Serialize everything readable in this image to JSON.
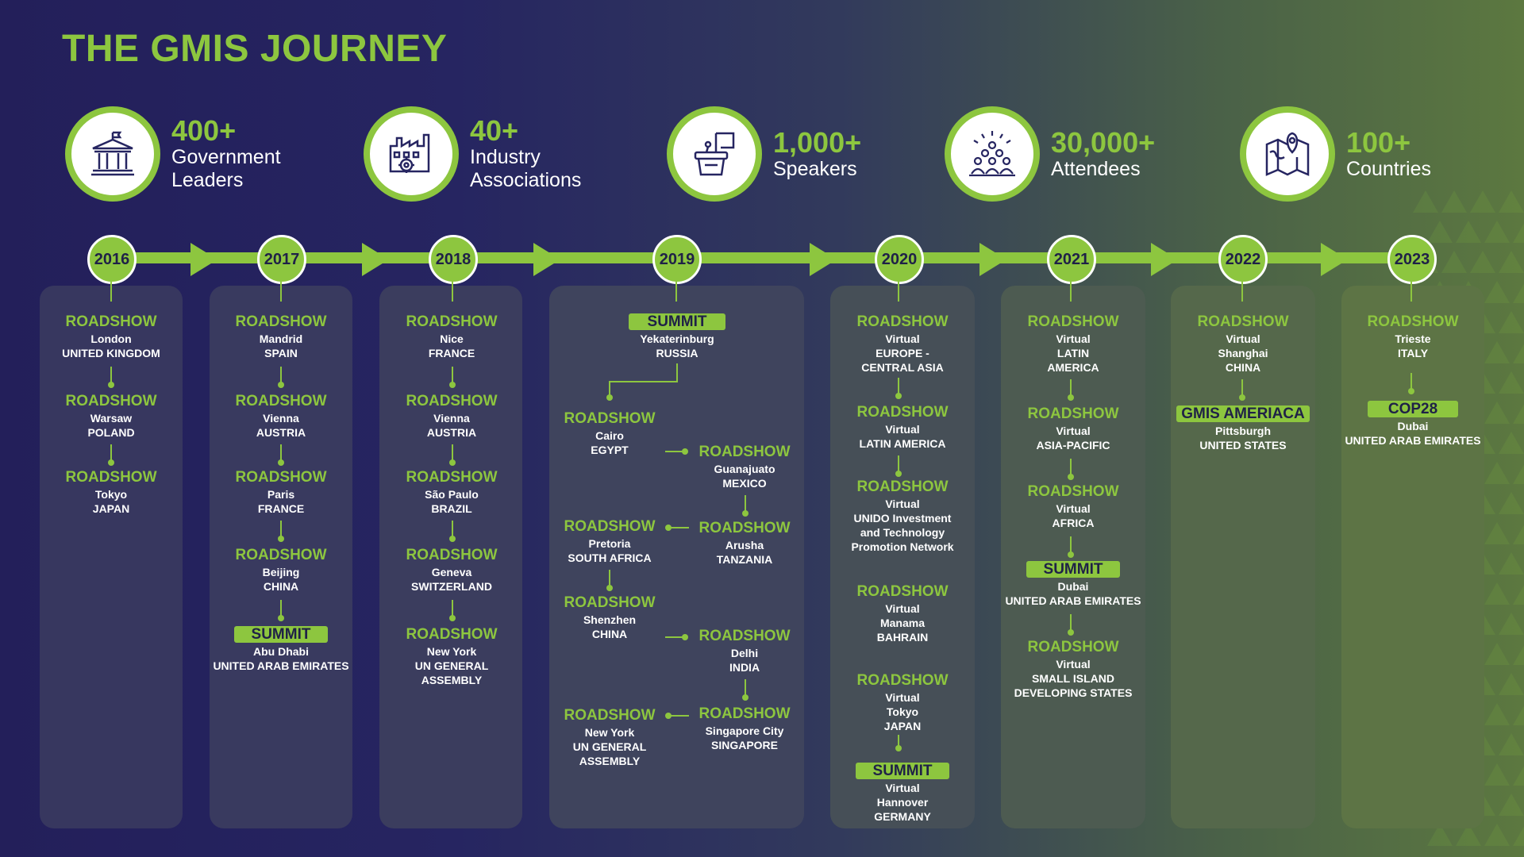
{
  "title": "THE GMIS JOURNEY",
  "stats": [
    {
      "num": "400+",
      "l1": "Government",
      "l2": "Leaders",
      "icon": "government-building-icon"
    },
    {
      "num": "40+",
      "l1": "Industry",
      "l2": "Associations",
      "icon": "factory-icon"
    },
    {
      "num": "1,000+",
      "l1": "Speakers",
      "icon": "podium-icon"
    },
    {
      "num": "30,000+",
      "l1": "Attendees",
      "icon": "audience-icon"
    },
    {
      "num": "100+",
      "l1": "Countries",
      "icon": "map-pin-icon"
    }
  ],
  "colors": {
    "accent": "#8dc63f",
    "bg_left": "#231f5a",
    "bg_right": "#5c7840"
  },
  "years": [
    "2016",
    "2017",
    "2018",
    "2019",
    "2020",
    "2021",
    "2022",
    "2023"
  ],
  "events": {
    "y2016": [
      {
        "type": "ROADSHOW",
        "l1": "London",
        "l2": "UNITED KINGDOM"
      },
      {
        "type": "ROADSHOW",
        "l1": "Warsaw",
        "l2": "POLAND"
      },
      {
        "type": "ROADSHOW",
        "l1": "Tokyo",
        "l2": "JAPAN"
      }
    ],
    "y2017": [
      {
        "type": "ROADSHOW",
        "l1": "Mandrid",
        "l2": "SPAIN"
      },
      {
        "type": "ROADSHOW",
        "l1": "Vienna",
        "l2": "AUSTRIA"
      },
      {
        "type": "ROADSHOW",
        "l1": "Paris",
        "l2": "FRANCE"
      },
      {
        "type": "ROADSHOW",
        "l1": "Beijing",
        "l2": "CHINA"
      },
      {
        "type": "SUMMIT",
        "l1": "Abu Dhabi",
        "l2": "UNITED ARAB EMIRATES"
      }
    ],
    "y2018": [
      {
        "type": "ROADSHOW",
        "l1": "Nice",
        "l2": "FRANCE"
      },
      {
        "type": "ROADSHOW",
        "l1": "Vienna",
        "l2": "AUSTRIA"
      },
      {
        "type": "ROADSHOW",
        "l1": "São Paulo",
        "l2": "BRAZIL"
      },
      {
        "type": "ROADSHOW",
        "l1": "Geneva",
        "l2": "SWITZERLAND"
      },
      {
        "type": "ROADSHOW",
        "l1": "New York",
        "l2": "UN GENERAL",
        "l3": "ASSEMBLY"
      }
    ],
    "y2019": [
      {
        "type": "SUMMIT",
        "l1": "Yekaterinburg",
        "l2": "RUSSIA"
      },
      {
        "type": "ROADSHOW",
        "l1": "Cairo",
        "l2": "EGYPT"
      },
      {
        "type": "ROADSHOW",
        "l1": "Guanajuato",
        "l2": "MEXICO"
      },
      {
        "type": "ROADSHOW",
        "l1": "Pretoria",
        "l2": "SOUTH AFRICA"
      },
      {
        "type": "ROADSHOW",
        "l1": "Arusha",
        "l2": "TANZANIA"
      },
      {
        "type": "ROADSHOW",
        "l1": "Shenzhen",
        "l2": "CHINA"
      },
      {
        "type": "ROADSHOW",
        "l1": "Delhi",
        "l2": "INDIA"
      },
      {
        "type": "ROADSHOW",
        "l1": "New York",
        "l2": "UN GENERAL",
        "l3": "ASSEMBLY"
      },
      {
        "type": "ROADSHOW",
        "l1": "Singapore City",
        "l2": "SINGAPORE"
      }
    ],
    "y2020": [
      {
        "type": "ROADSHOW",
        "l1": "Virtual",
        "l2": "EUROPE -",
        "l3": "CENTRAL ASIA"
      },
      {
        "type": "ROADSHOW",
        "l1": "Virtual",
        "l2": "LATIN AMERICA"
      },
      {
        "type": "ROADSHOW",
        "l1": "Virtual",
        "l2": "UNIDO Investment",
        "l3": "and Technology",
        "l4": "Promotion Network"
      },
      {
        "type": "ROADSHOW",
        "l1": "Virtual",
        "l2": "Manama",
        "l3": "BAHRAIN"
      },
      {
        "type": "ROADSHOW",
        "l1": "Virtual",
        "l2": "Tokyo",
        "l3": "JAPAN"
      },
      {
        "type": "SUMMIT",
        "l1": "Virtual",
        "l2": "Hannover",
        "l3": "GERMANY"
      }
    ],
    "y2021": [
      {
        "type": "ROADSHOW",
        "l1": "Virtual",
        "l2": "LATIN",
        "l3": "AMERICA"
      },
      {
        "type": "ROADSHOW",
        "l1": "Virtual",
        "l2": "ASIA-PACIFIC"
      },
      {
        "type": "ROADSHOW",
        "l1": "Virtual",
        "l2": "AFRICA"
      },
      {
        "type": "SUMMIT",
        "l1": "Dubai",
        "l2": "UNITED ARAB EMIRATES"
      },
      {
        "type": "ROADSHOW",
        "l1": "Virtual",
        "l2": "SMALL ISLAND",
        "l3": "DEVELOPING STATES"
      }
    ],
    "y2022": [
      {
        "type": "ROADSHOW",
        "l1": "Virtual",
        "l2": "Shanghai",
        "l3": "CHINA"
      },
      {
        "type": "GMIS AMERIACA",
        "l1": "Pittsburgh",
        "l2": "UNITED STATES"
      }
    ],
    "y2023": [
      {
        "type": "ROADSHOW",
        "l1": "Trieste",
        "l2": "ITALY"
      },
      {
        "type": "COP28",
        "l1": "Dubai",
        "l2": "UNITED ARAB EMIRATES"
      }
    ]
  }
}
